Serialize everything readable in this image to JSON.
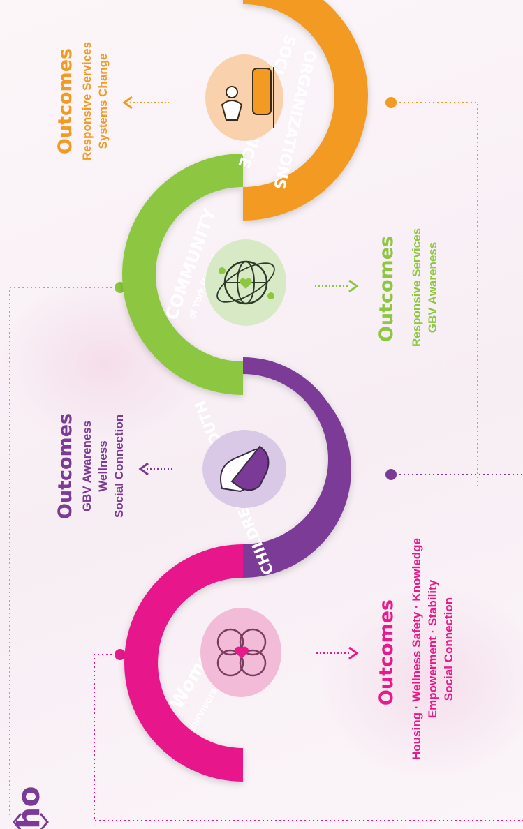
{
  "colors": {
    "women": "#e8198b",
    "children": "#7b3a96",
    "community": "#8dc63f",
    "social": "#f29a22",
    "background": "#fbf4f8"
  },
  "stages": [
    {
      "id": "women",
      "title": "Women",
      "subtitle": "survivors of violence",
      "icon": "heart-hug-icon"
    },
    {
      "id": "children",
      "title": "CHILDREN AND YOUTH",
      "subtitle": "",
      "icon": "holding-hands-icon"
    },
    {
      "id": "community",
      "title": "COMMUNITY",
      "subtitle": "of York Region",
      "icon": "globe-heart-icon"
    },
    {
      "id": "social",
      "title": "SOCIAL SERVICE",
      "subtitle": "ORGANIZATIONS",
      "icon": "helping-people-icon"
    }
  ],
  "outcomes": {
    "women": {
      "heading": "Outcomes",
      "lines": [
        "Housing · Wellness Safety · Knowledge",
        "Empowerment · Stability",
        "Social Connection"
      ]
    },
    "children": {
      "heading": "Outcomes",
      "lines": [
        "GBV Awareness",
        "Wellness",
        "Social Connection"
      ]
    },
    "community": {
      "heading": "Outcomes",
      "lines": [
        "Responsive Services",
        "GBV Awareness"
      ]
    },
    "social": {
      "heading": "Outcomes",
      "lines": [
        "Responsive Services",
        "Systems Change"
      ]
    }
  },
  "partial_text": "ho"
}
